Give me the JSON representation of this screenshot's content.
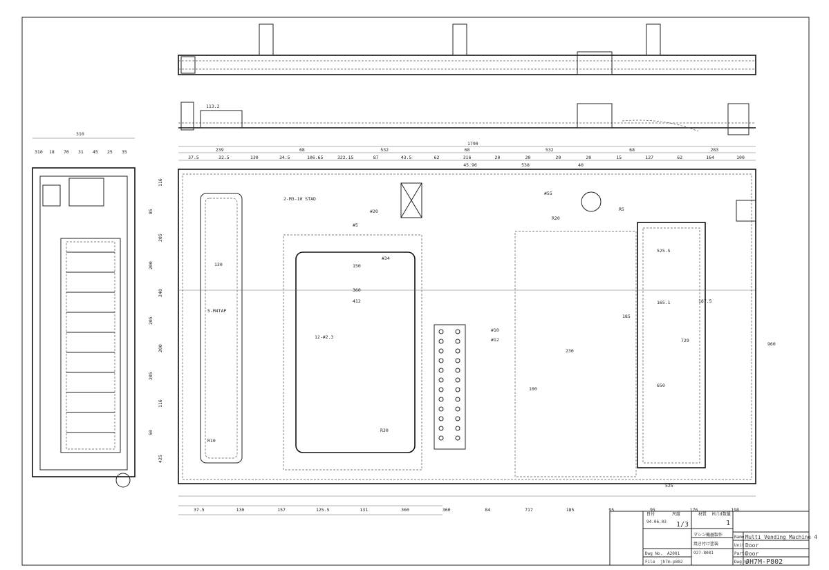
{
  "drawing": {
    "top_dimensions": {
      "overall": "1790",
      "row1": [
        "239",
        "68",
        "532",
        "68",
        "532",
        "68",
        "283"
      ],
      "row2": [
        "37.5",
        "32.5",
        "130",
        "34.5",
        "106.65",
        "322.15",
        "87",
        "43.5",
        "62",
        "316",
        "20",
        "20",
        "20",
        "20",
        "15",
        "127",
        "62",
        "164",
        "100"
      ],
      "row3": [
        "45.96",
        "538",
        "40"
      ]
    },
    "left_view_dimensions": [
      "310",
      "18",
      "70",
      "31",
      "45",
      "25",
      "35",
      "116",
      "85",
      "205",
      "200",
      "248",
      "205",
      "200",
      "205",
      "116",
      "50",
      "425"
    ],
    "main_labels": [
      "2-M3-10 STAD",
      "#20",
      "#5",
      "#34",
      "#55",
      "R5",
      "R20",
      "12-#2.3",
      "5-M4TAP",
      "#10",
      "#12",
      "R10",
      "R30",
      "525.5",
      "165.1",
      "187.5",
      "650",
      "100",
      "230",
      "185",
      "729",
      "960",
      "130",
      "150",
      "360",
      "412",
      "525"
    ],
    "bottom_dimensions": [
      "37.5",
      "130",
      "157",
      "125.5",
      "131",
      "360",
      "360",
      "84",
      "717",
      "185",
      "95",
      "95",
      "176",
      "198"
    ]
  },
  "title_block": {
    "date_label": "日付",
    "scale_label": "尺度",
    "material_label": "材質",
    "quantity_label": "数量",
    "date": "94.06.03",
    "scale": "1/3",
    "material": "Mild",
    "quantity": "1",
    "company": "マシン機器製作",
    "process": "焼き付け塗装",
    "code": "927-8081",
    "drawing_no": "A2001",
    "file": "jh7m-p802",
    "name_label": "Name",
    "unit_label": "Unit",
    "parts_label": "Parts",
    "dwg_label": "Dwg No",
    "name": "Multi Vending Machine 4",
    "unit": "Door",
    "parts": "Door",
    "dwg_no": "JH7M-P802",
    "file_label": "File",
    "dwgno_label": "Dwg No."
  }
}
